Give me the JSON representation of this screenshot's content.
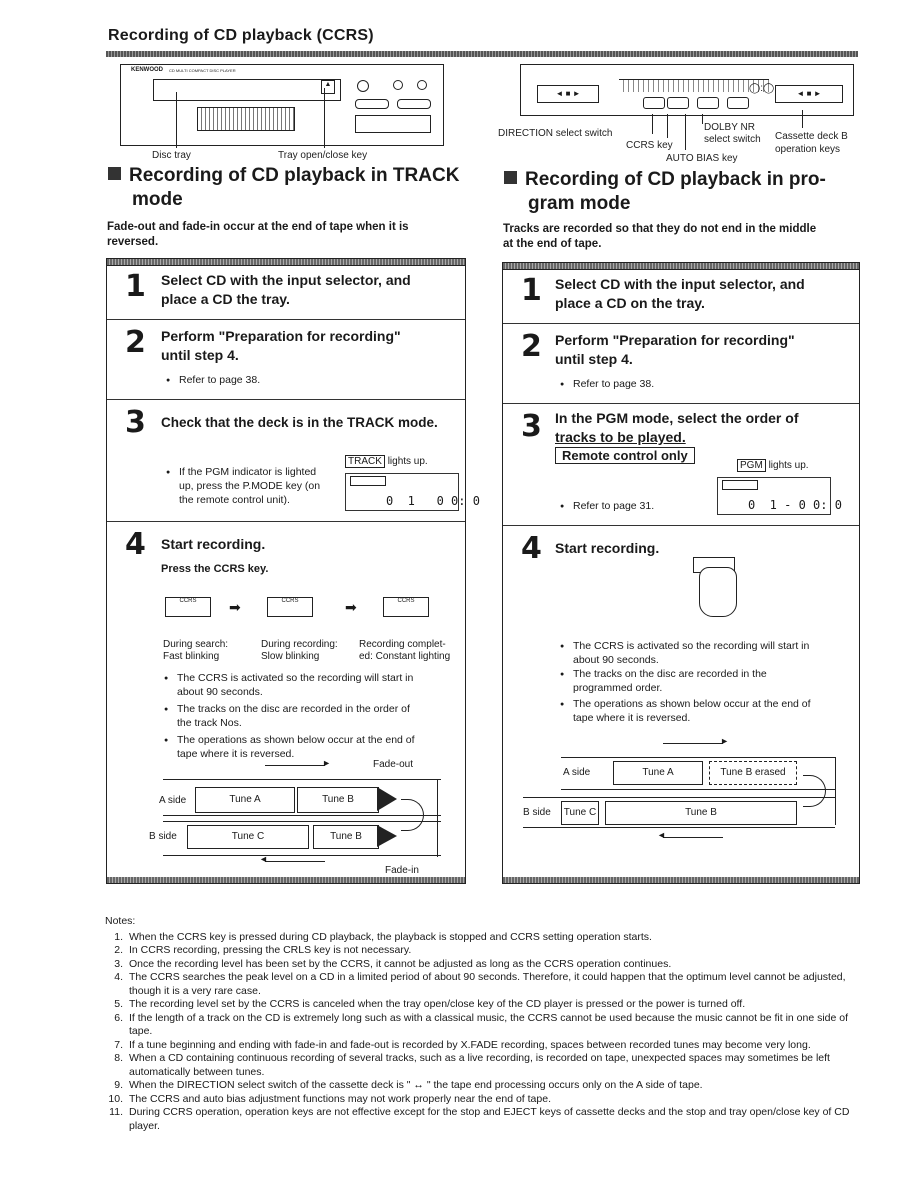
{
  "page_title": "Recording of CD playback (CCRS)",
  "cd_device": {
    "brand": "KENWOOD",
    "model": "CD MULTI COMPACT DISC PLAYER",
    "label_disc_tray": "Disc tray",
    "label_tray_key": "Tray open/close key"
  },
  "deck_device": {
    "label_direction": "DIRECTION select switch",
    "label_ccrs": "CCRS key",
    "label_dolby": "DOLBY NR\nselect switch",
    "label_auto_bias": "AUTO BIAS key",
    "label_cassette": "Cassette deck B\noperation keys"
  },
  "track_section": {
    "heading_line1": "Recording of CD playback in TRACK",
    "heading_line2": "mode",
    "intro_line1": "Fade-out and fade-in occur at the end of tape when it is",
    "intro_line2": "reversed.",
    "step1_num": "1",
    "step1_line1": "Select CD with the input selector, and",
    "step1_line2": "place a CD the tray.",
    "step2_num": "2",
    "step2_line1": "Perform \"Preparation for recording\"",
    "step2_line2": "until step 4.",
    "step2_ref": "Refer to page 38.",
    "step3_num": "3",
    "step3_title": "Check that the deck is in the TRACK mode.",
    "step3_b1": "If the PGM indicator is lighted",
    "step3_b2": "up, press the P.MODE key (on",
    "step3_b3": "the remote control unit).",
    "step3_tag": "TRACK",
    "step3_lights": "lights up.",
    "step3_lcd": "0  1   0 0: 0",
    "step4_num": "4",
    "step4_title": "Start recording.",
    "step4_sub": "Press the CCRS key.",
    "state1_a": "During search:",
    "state1_b": "Fast blinking",
    "state2_a": "During recording:",
    "state2_b": "Slow blinking",
    "state3_a": "Recording complet-",
    "state3_b": "ed: Constant lighting",
    "b1_line1": "The CCRS is activated so the recording will start in",
    "b1_line2": "about 90 seconds.",
    "b2_line1": "The tracks on the disc are recorded in the order of",
    "b2_line2": "the track Nos.",
    "b3_line1": "The operations as shown below occur at the end of",
    "b3_line2": "tape where it is reversed.",
    "diag_fadeout": "Fade-out",
    "diag_fadein": "Fade-in",
    "diag_aside": "A side",
    "diag_bside": "B side",
    "diag_tune_a": "Tune A",
    "diag_tune_b": "Tune B",
    "diag_tune_c": "Tune C",
    "diag_tune_b2": "Tune B"
  },
  "pgm_section": {
    "heading_line1": "Recording of CD playback in pro-",
    "heading_line2": "gram mode",
    "intro_line1": "Tracks are recorded so that they do not end in the middle",
    "intro_line2": "at the end of tape.",
    "step1_num": "1",
    "step1_line1": "Select CD with the input selector, and",
    "step1_line2": "place a CD on the tray.",
    "step2_num": "2",
    "step2_line1": "Perform \"Preparation for recording\"",
    "step2_line2": "until step 4.",
    "step2_ref": "Refer to page 38.",
    "step3_num": "3",
    "step3_line1": "In the PGM mode, select the order of",
    "step3_line2": "tracks to be played.",
    "step3_remote": "Remote control only",
    "step3_tag": "PGM",
    "step3_lights": "lights up.",
    "step3_ref": "Refer to page 31.",
    "step3_lcd": "0  1 - 0 0: 0",
    "step4_num": "4",
    "step4_title": "Start recording.",
    "b1_line1": "The CCRS is activated so the recording will start in",
    "b1_line2": "about 90 seconds.",
    "b2_line1": "The tracks on the disc are recorded in the",
    "b2_line2": "programmed order.",
    "b3_line1": "The operations as shown below occur at the end of",
    "b3_line2": "tape where it is reversed.",
    "diag_aside": "A side",
    "diag_bside": "B side",
    "diag_tune_a": "Tune A",
    "diag_tune_b_erased": "Tune B erased",
    "diag_tune_c": "Tune C",
    "diag_tune_b": "Tune B"
  },
  "notes": {
    "heading": "Notes:",
    "items": [
      {
        "n": "1.",
        "t": "When the CCRS key is pressed during CD playback, the playback is stopped and CCRS setting operation starts."
      },
      {
        "n": "2.",
        "t": "In CCRS recording, pressing the CRLS key is not necessary."
      },
      {
        "n": "3.",
        "t": "Once the recording level has been set by the CCRS, it cannot be adjusted as long as the CCRS operation continues."
      },
      {
        "n": "4.",
        "t": "The CCRS searches the peak level on a CD in a limited period of about 90 seconds. Therefore, it could happen that the optimum level cannot be adjusted, though it is a very rare case."
      },
      {
        "n": "5.",
        "t": "The recording level set by the CCRS is canceled when the tray open/close key of the CD player is pressed or the power is turned off."
      },
      {
        "n": "6.",
        "t": "If the length of a track on the CD is extremely long such as with a classical music, the CCRS cannot be used because the music cannot be fit in one side of tape."
      },
      {
        "n": "7.",
        "t": "If a tune beginning and ending with fade-in and fade-out is recorded by X.FADE recording, spaces between recorded tunes may become very long."
      },
      {
        "n": "8.",
        "t": "When a CD containing continuous recording of several tracks, such as a live recording, is recorded on tape, unexpected spaces may sometimes be left automatically between tunes."
      },
      {
        "n": "9.",
        "t": "When the DIRECTION select switch of the cassette deck is \" ↔ \" the tape end processing occurs only on the A side of tape."
      },
      {
        "n": "10.",
        "t": "The CCRS and auto bias adjustment functions may not work properly near the end of tape."
      },
      {
        "n": "11.",
        "t": "During CCRS operation, operation keys are not effective except for the stop and EJECT keys of cassette decks and the stop and tray open/close key of CD player."
      }
    ]
  }
}
